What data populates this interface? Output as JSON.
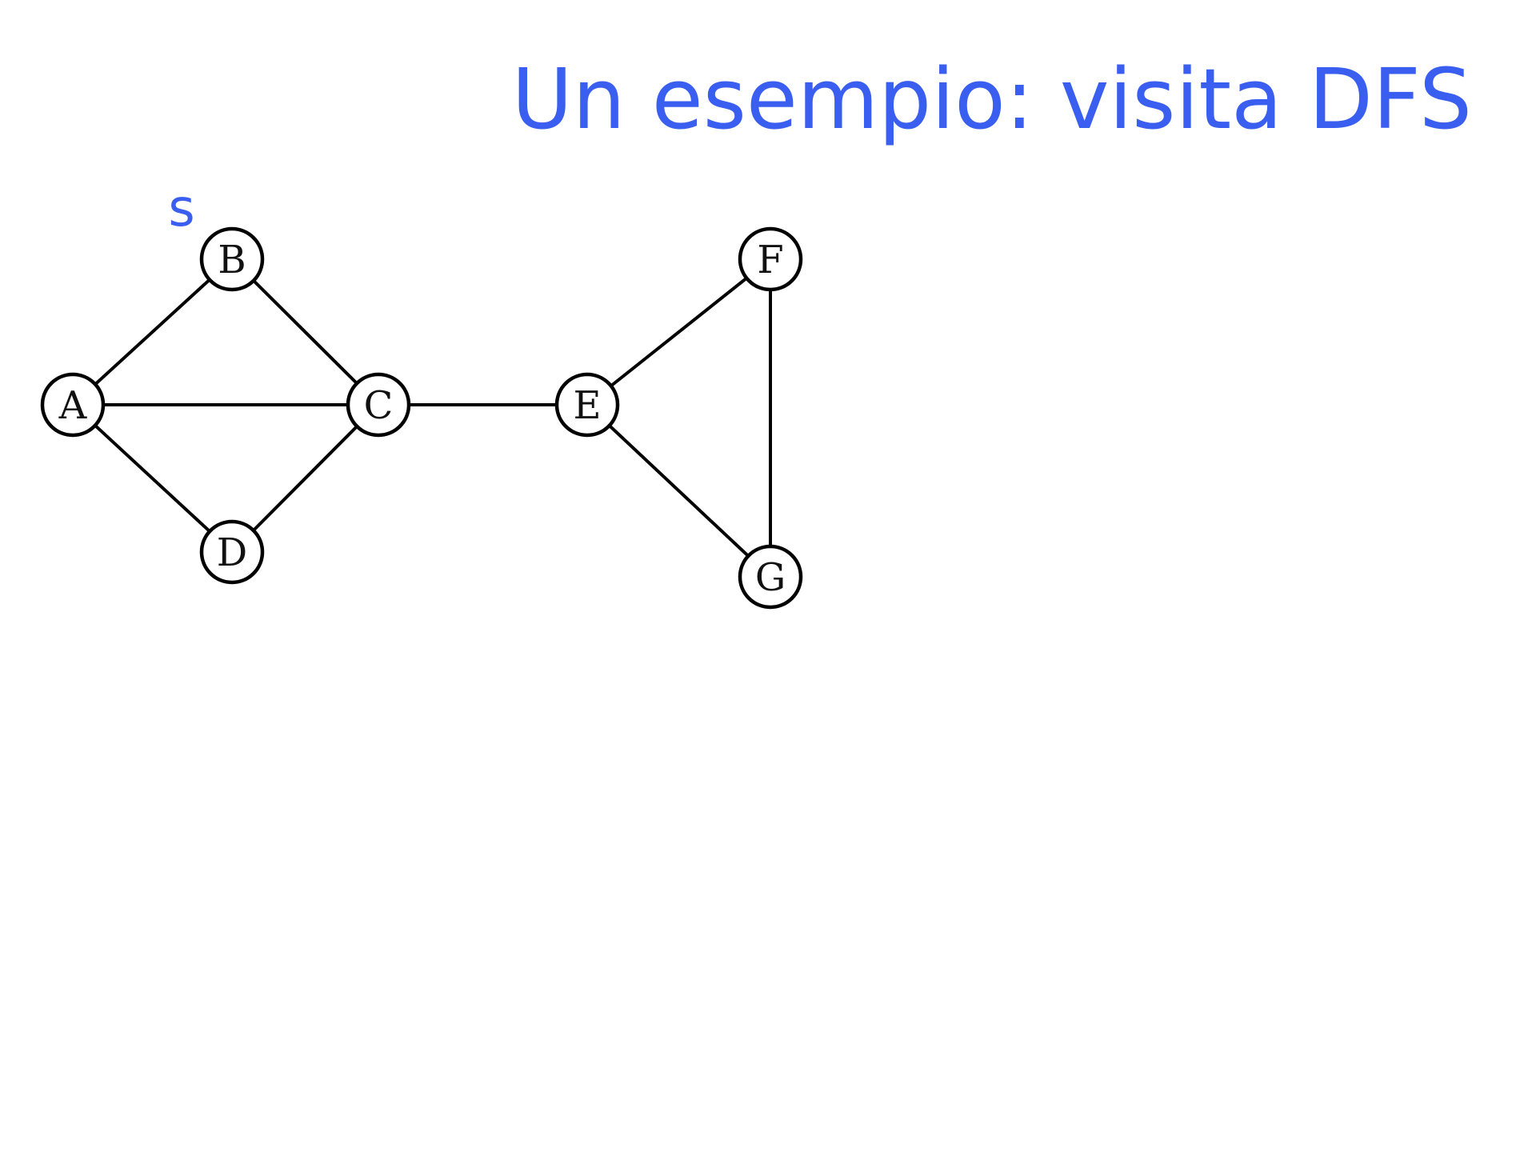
{
  "title": "Un esempio: visita DFS",
  "accent_color": "#3a5ff0",
  "ink_color": "#000000",
  "source": {
    "label": "s",
    "node": "B"
  },
  "nodes": [
    {
      "id": "A",
      "label": "A"
    },
    {
      "id": "B",
      "label": "B"
    },
    {
      "id": "C",
      "label": "C"
    },
    {
      "id": "D",
      "label": "D"
    },
    {
      "id": "E",
      "label": "E"
    },
    {
      "id": "F",
      "label": "F"
    },
    {
      "id": "G",
      "label": "G"
    }
  ],
  "edges": [
    [
      "A",
      "B"
    ],
    [
      "A",
      "C"
    ],
    [
      "A",
      "D"
    ],
    [
      "B",
      "C"
    ],
    [
      "C",
      "D"
    ],
    [
      "C",
      "E"
    ],
    [
      "E",
      "F"
    ],
    [
      "E",
      "G"
    ],
    [
      "F",
      "G"
    ]
  ]
}
